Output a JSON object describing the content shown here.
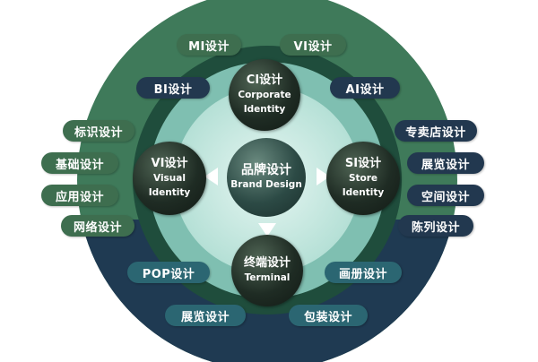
{
  "center": {
    "title": "品牌设计",
    "subtitle": "Brand Design"
  },
  "nodes": {
    "ci": {
      "title": "CI设计",
      "line1": "Corporate",
      "line2": "Identity"
    },
    "vi": {
      "title": "VI设计",
      "line1": "Visual",
      "line2": "Identity"
    },
    "si": {
      "title": "SI设计",
      "line1": "Store",
      "line2": "Identity"
    },
    "terminal": {
      "title": "终端设计",
      "line1": "Terminal"
    }
  },
  "pills": {
    "mi": "MI设计",
    "vi_top": "VI设计",
    "bi": "BI设计",
    "ai": "AI设计",
    "logo": "标识设计",
    "basic": "基础设计",
    "application": "应用设计",
    "web": "网络设计",
    "store": "专卖店设计",
    "showroom_right": "展览设计",
    "space": "空间设计",
    "display": "陈列设计",
    "pop": "POP设计",
    "album": "画册设计",
    "exhibition": "展览设计",
    "packaging": "包装设计"
  },
  "colors": {
    "outer_green": "#3f7a5a",
    "outer_navy": "#1f3a52",
    "ring_dark": "#1d4a3a",
    "ring_mid": "#8cc8bc",
    "ring_light": "#d6efe9",
    "arrow": "#ffffff"
  }
}
